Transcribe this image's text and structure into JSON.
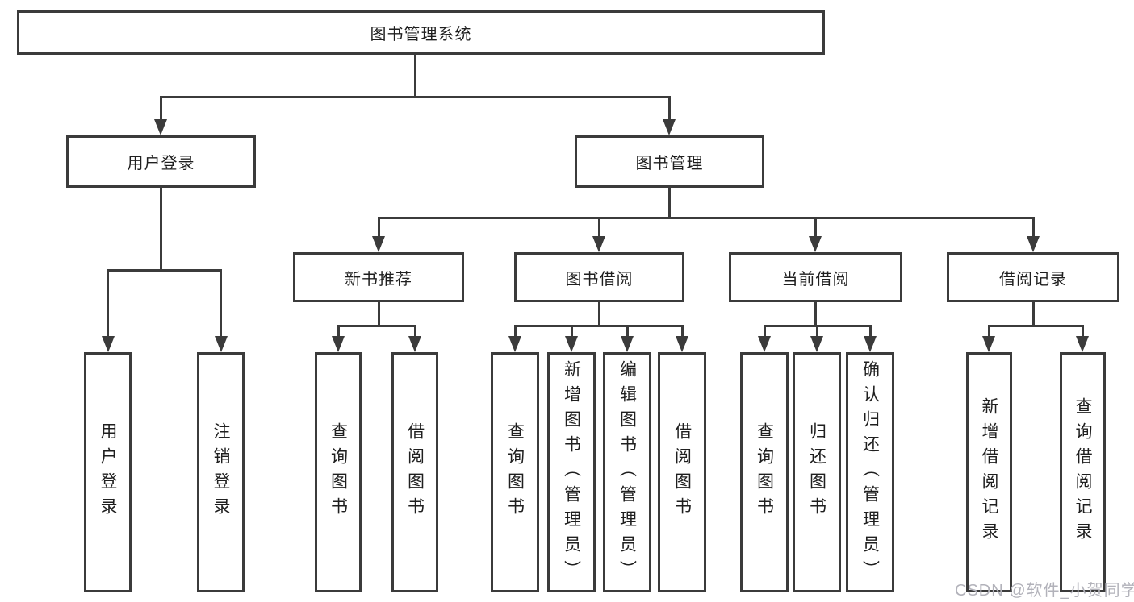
{
  "tree": {
    "root": "图书管理系统",
    "user_login": {
      "label": "用户登录",
      "children": [
        "用户登录",
        "注销登录"
      ]
    },
    "book_mgmt": {
      "label": "图书管理",
      "new_book": {
        "label": "新书推荐",
        "children": [
          "查询图书",
          "借阅图书"
        ]
      },
      "borrowing": {
        "label": "图书借阅",
        "children": [
          "查询图书",
          "新增图书（管理员）",
          "编辑图书（管理员）",
          "借阅图书"
        ]
      },
      "current": {
        "label": "当前借阅",
        "children": [
          "查询图书",
          "归还图书",
          "确认归还（管理员）"
        ]
      },
      "records": {
        "label": "借阅记录",
        "children": [
          "新增借阅记录",
          "查询借阅记录"
        ]
      }
    }
  },
  "watermark": "CSDN @软件_小贺同学",
  "colors": {
    "line": "#3b3b3b",
    "text": "#1f1f1f",
    "watermark_color": "#b2b2ba",
    "background": "#ffffff"
  }
}
